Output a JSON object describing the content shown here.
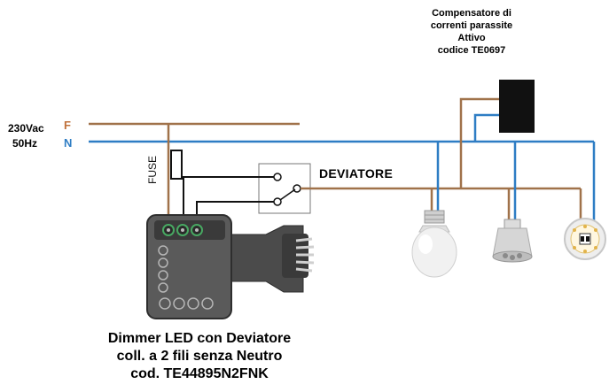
{
  "supply": {
    "voltage": "230Vac",
    "frequency": "50Hz"
  },
  "lines": {
    "phase": "F",
    "neutral": "N"
  },
  "fuse_label": "FUSE",
  "switch_label": "DEVIATORE",
  "compensator": {
    "line1": "Compensatore di",
    "line2": "correnti parassite",
    "line3": "Attivo",
    "line4": "codice TE0697"
  },
  "dimmer": {
    "line1": "Dimmer LED con Deviatore",
    "line2": "coll. a 2 fili senza Neutro",
    "line3": "cod. TE44895N2FNK"
  },
  "colors": {
    "phase_wire": "#a0724a",
    "neutral_wire": "#2e7dc4",
    "switch_wire": "#111111",
    "phase_label": "#c0713a",
    "neutral_label": "#2e7dc4"
  }
}
